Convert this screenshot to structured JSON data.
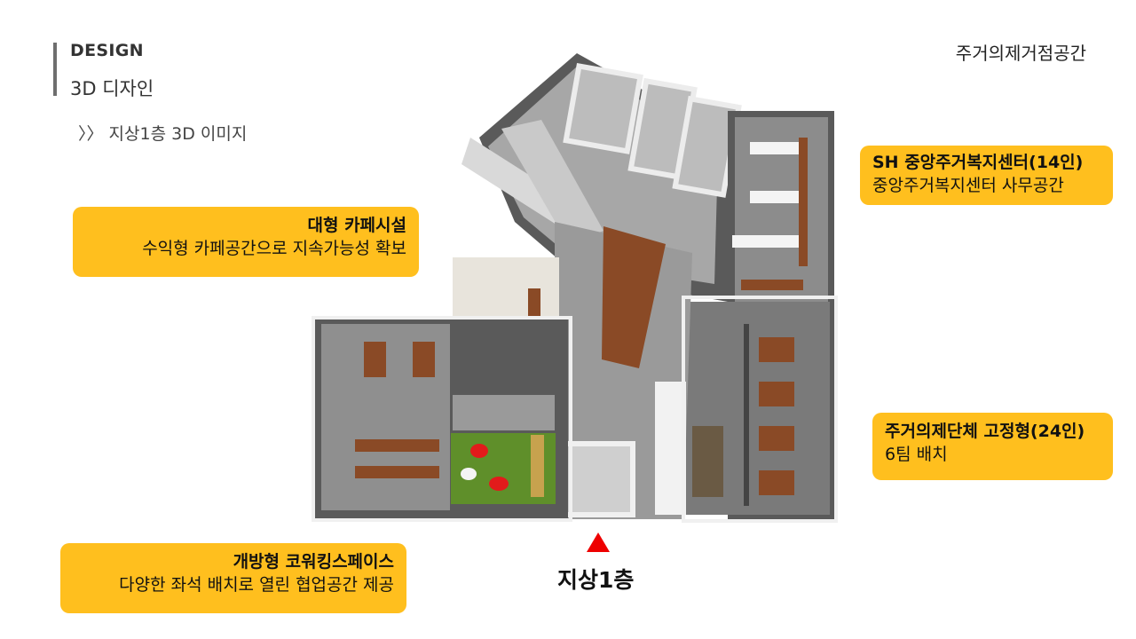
{
  "header": {
    "section_en": "DESIGN",
    "section_ko": "3D 디자인",
    "sub_heading": "〉〉 지상1층 3D 이미지",
    "top_right_title": "주거의제거점공간"
  },
  "callouts": {
    "cafe": {
      "title": "대형 카페시설",
      "desc": "수익형 카페공간으로 지속가능성 확보"
    },
    "sh_center": {
      "title": "SH 중앙주거복지센터(14인)",
      "desc": "중앙주거복지센터 사무공간"
    },
    "agenda_group": {
      "title": "주거의제단체 고정형(24인)",
      "desc": "6팀 배치"
    },
    "coworking": {
      "title": "개방형 코워킹스페이스",
      "desc": "다양한 좌석 배치로 열린 협업공간 제공"
    }
  },
  "floor": {
    "label": "지상1층",
    "marker_color": "#ee0000"
  },
  "colors": {
    "callout_bg": "#ffbf1e",
    "accent_bar": "#6e6e6e",
    "wall": "#d9d9d9",
    "wall_shadow": "#5a5a5a",
    "floor_gray": "#9a9a9a",
    "wood": "#8a4a26",
    "green_rug": "#5f8f2a",
    "red_seat": "#e21b1b"
  }
}
